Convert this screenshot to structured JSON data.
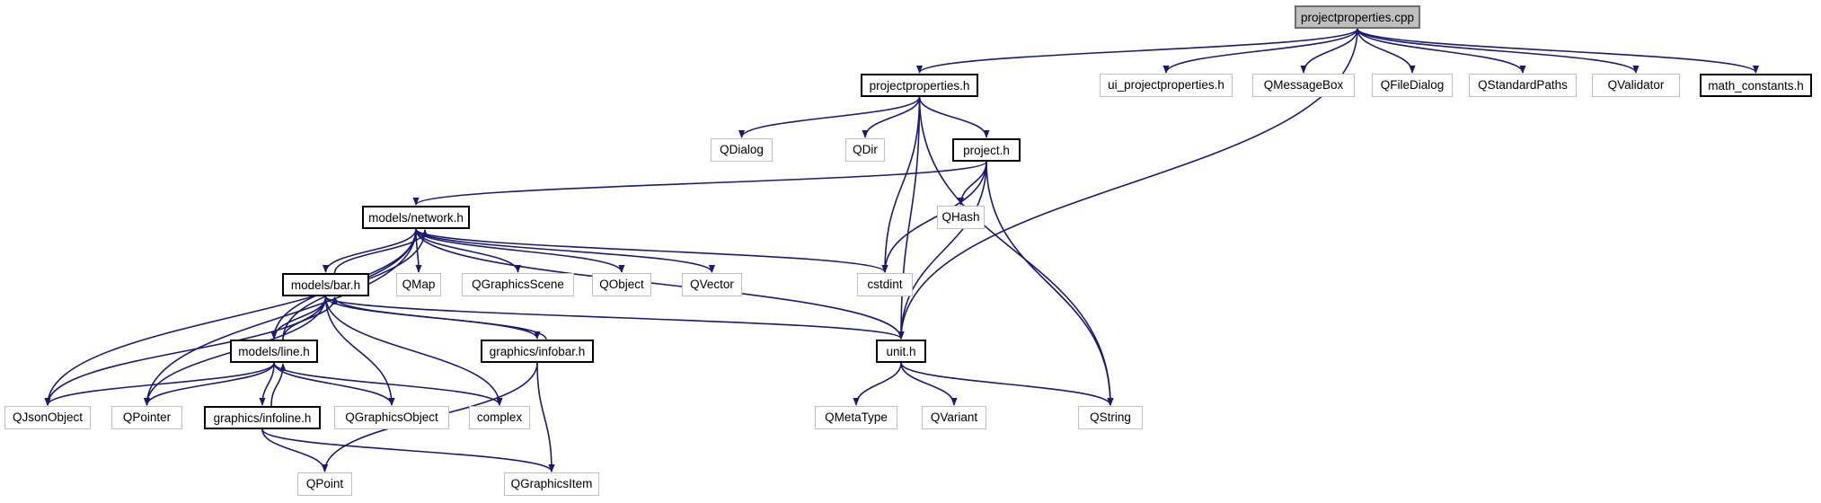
{
  "graph": {
    "edge_color": "#191970",
    "root_fill": "#bfbfbf",
    "external_border": "#bfbfbf",
    "nodes": {
      "projectproperties_cpp": "projectproperties.cpp",
      "projectproperties_h": "projectproperties.h",
      "ui_projectproperties_h": "ui_projectproperties.h",
      "QMessageBox": "QMessageBox",
      "QFileDialog": "QFileDialog",
      "QStandardPaths": "QStandardPaths",
      "QValidator": "QValidator",
      "math_constants_h": "math_constants.h",
      "QDialog": "QDialog",
      "QDir": "QDir",
      "project_h": "project.h",
      "QHash": "QHash",
      "models_network_h": "models/network.h",
      "QMap": "QMap",
      "QGraphicsScene": "QGraphicsScene",
      "QObject": "QObject",
      "QVector": "QVector",
      "cstdint": "cstdint",
      "models_bar_h": "models/bar.h",
      "graphics_infobar_h": "graphics/infobar.h",
      "unit_h": "unit.h",
      "models_line_h": "models/line.h",
      "QJsonObject": "QJsonObject",
      "QPointer": "QPointer",
      "graphics_infoline_h": "graphics/infoline.h",
      "QGraphicsObject": "QGraphicsObject",
      "complex": "complex",
      "QMetaType": "QMetaType",
      "QVariant": "QVariant",
      "QString": "QString",
      "QPoint": "QPoint",
      "QGraphicsItem": "QGraphicsItem"
    },
    "edges": [
      [
        "projectproperties_cpp",
        "projectproperties_h"
      ],
      [
        "projectproperties_cpp",
        "unit_h"
      ],
      [
        "projectproperties_cpp",
        "ui_projectproperties_h"
      ],
      [
        "projectproperties_cpp",
        "QMessageBox"
      ],
      [
        "projectproperties_cpp",
        "QFileDialog"
      ],
      [
        "projectproperties_cpp",
        "QStandardPaths"
      ],
      [
        "projectproperties_cpp",
        "QValidator"
      ],
      [
        "projectproperties_cpp",
        "math_constants_h"
      ],
      [
        "projectproperties_h",
        "QDialog"
      ],
      [
        "projectproperties_h",
        "QDir"
      ],
      [
        "projectproperties_h",
        "project_h"
      ],
      [
        "projectproperties_h",
        "cstdint"
      ],
      [
        "projectproperties_h",
        "unit_h"
      ],
      [
        "projectproperties_h",
        "QString"
      ],
      [
        "project_h",
        "models_network_h"
      ],
      [
        "project_h",
        "QHash"
      ],
      [
        "project_h",
        "cstdint"
      ],
      [
        "project_h",
        "unit_h"
      ],
      [
        "project_h",
        "QString"
      ],
      [
        "models_network_h",
        "models_bar_h"
      ],
      [
        "models_network_h",
        "models_line_h"
      ],
      [
        "models_network_h",
        "QMap"
      ],
      [
        "models_network_h",
        "QGraphicsScene"
      ],
      [
        "models_network_h",
        "QObject"
      ],
      [
        "models_network_h",
        "QVector"
      ],
      [
        "models_network_h",
        "cstdint"
      ],
      [
        "models_network_h",
        "unit_h"
      ],
      [
        "models_network_h",
        "QJsonObject"
      ],
      [
        "models_network_h",
        "QPointer"
      ],
      [
        "models_bar_h",
        "models_network_h"
      ],
      [
        "models_bar_h",
        "models_line_h"
      ],
      [
        "models_bar_h",
        "graphics_infobar_h"
      ],
      [
        "models_bar_h",
        "unit_h"
      ],
      [
        "models_bar_h",
        "QJsonObject"
      ],
      [
        "models_bar_h",
        "QPointer"
      ],
      [
        "models_bar_h",
        "QGraphicsObject"
      ],
      [
        "models_bar_h",
        "complex"
      ],
      [
        "models_line_h",
        "models_network_h"
      ],
      [
        "models_line_h",
        "models_bar_h"
      ],
      [
        "models_line_h",
        "graphics_infoline_h"
      ],
      [
        "models_line_h",
        "QJsonObject"
      ],
      [
        "models_line_h",
        "QPointer"
      ],
      [
        "models_line_h",
        "QGraphicsObject"
      ],
      [
        "models_line_h",
        "complex"
      ],
      [
        "graphics_infobar_h",
        "models_bar_h"
      ],
      [
        "graphics_infobar_h",
        "QPoint"
      ],
      [
        "graphics_infobar_h",
        "QGraphicsItem"
      ],
      [
        "graphics_infoline_h",
        "models_line_h"
      ],
      [
        "graphics_infoline_h",
        "QPoint"
      ],
      [
        "graphics_infoline_h",
        "QGraphicsItem"
      ],
      [
        "unit_h",
        "QMetaType"
      ],
      [
        "unit_h",
        "QVariant"
      ],
      [
        "unit_h",
        "QString"
      ]
    ]
  }
}
